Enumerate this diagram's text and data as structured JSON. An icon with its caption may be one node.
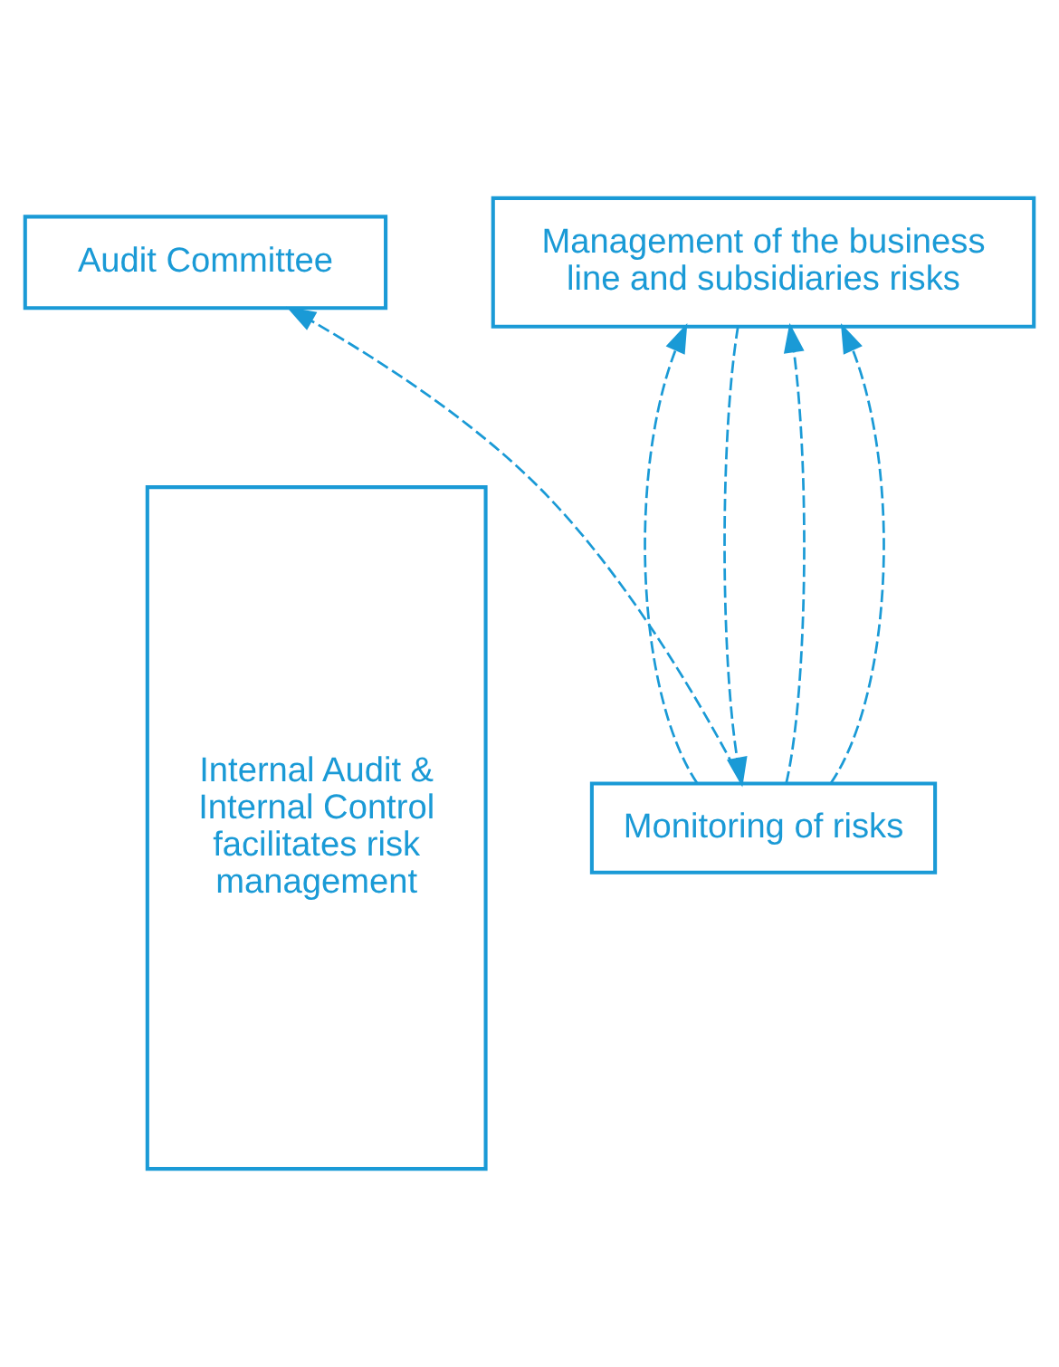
{
  "diagram": {
    "nodes": [
      {
        "text": [
          "Internal Audit & Internal Control facilitates risk management"
        ]
      },
      {
        "text": [
          "Audit Committee"
        ]
      },
      {
        "text": [
          "Monitoring of risks"
        ]
      },
      {
        "text": [
          "Management of the business line and subsidiaries risks"
        ]
      }
    ],
    "edges": [
      {
        "from": 2,
        "to": 1,
        "arrow": "to",
        "style": "dashed"
      },
      {
        "from": 3,
        "to": 2,
        "arrow": "to",
        "style": "dashed"
      },
      {
        "from": 2,
        "to": 3,
        "arrow": "to",
        "style": "dashed"
      },
      {
        "from": 2,
        "to": 3,
        "arrow": "to",
        "style": "dashed"
      },
      {
        "from": 2,
        "to": 3,
        "arrow": "to",
        "style": "dashed"
      }
    ]
  }
}
